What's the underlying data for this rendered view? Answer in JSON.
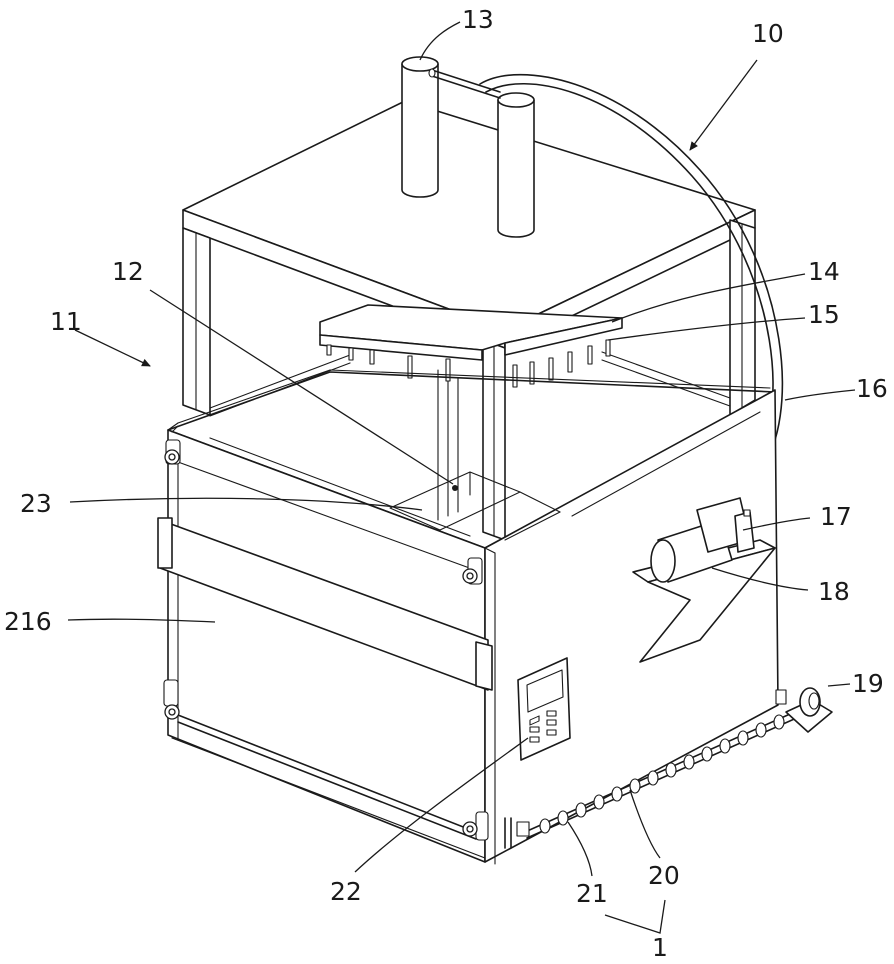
{
  "figure": {
    "labels": {
      "apparatus": "10",
      "frame": "11",
      "hole": "12",
      "cylinder": "13",
      "press_plate": "14",
      "press_pins": "15",
      "hose": "16",
      "pump": "17",
      "pump_bracket": "18",
      "motor": "19",
      "roller_shaft": "20",
      "rollers": "21",
      "control_panel": "22",
      "tray": "23",
      "door": "216",
      "conveyor_assembly": "1"
    }
  }
}
